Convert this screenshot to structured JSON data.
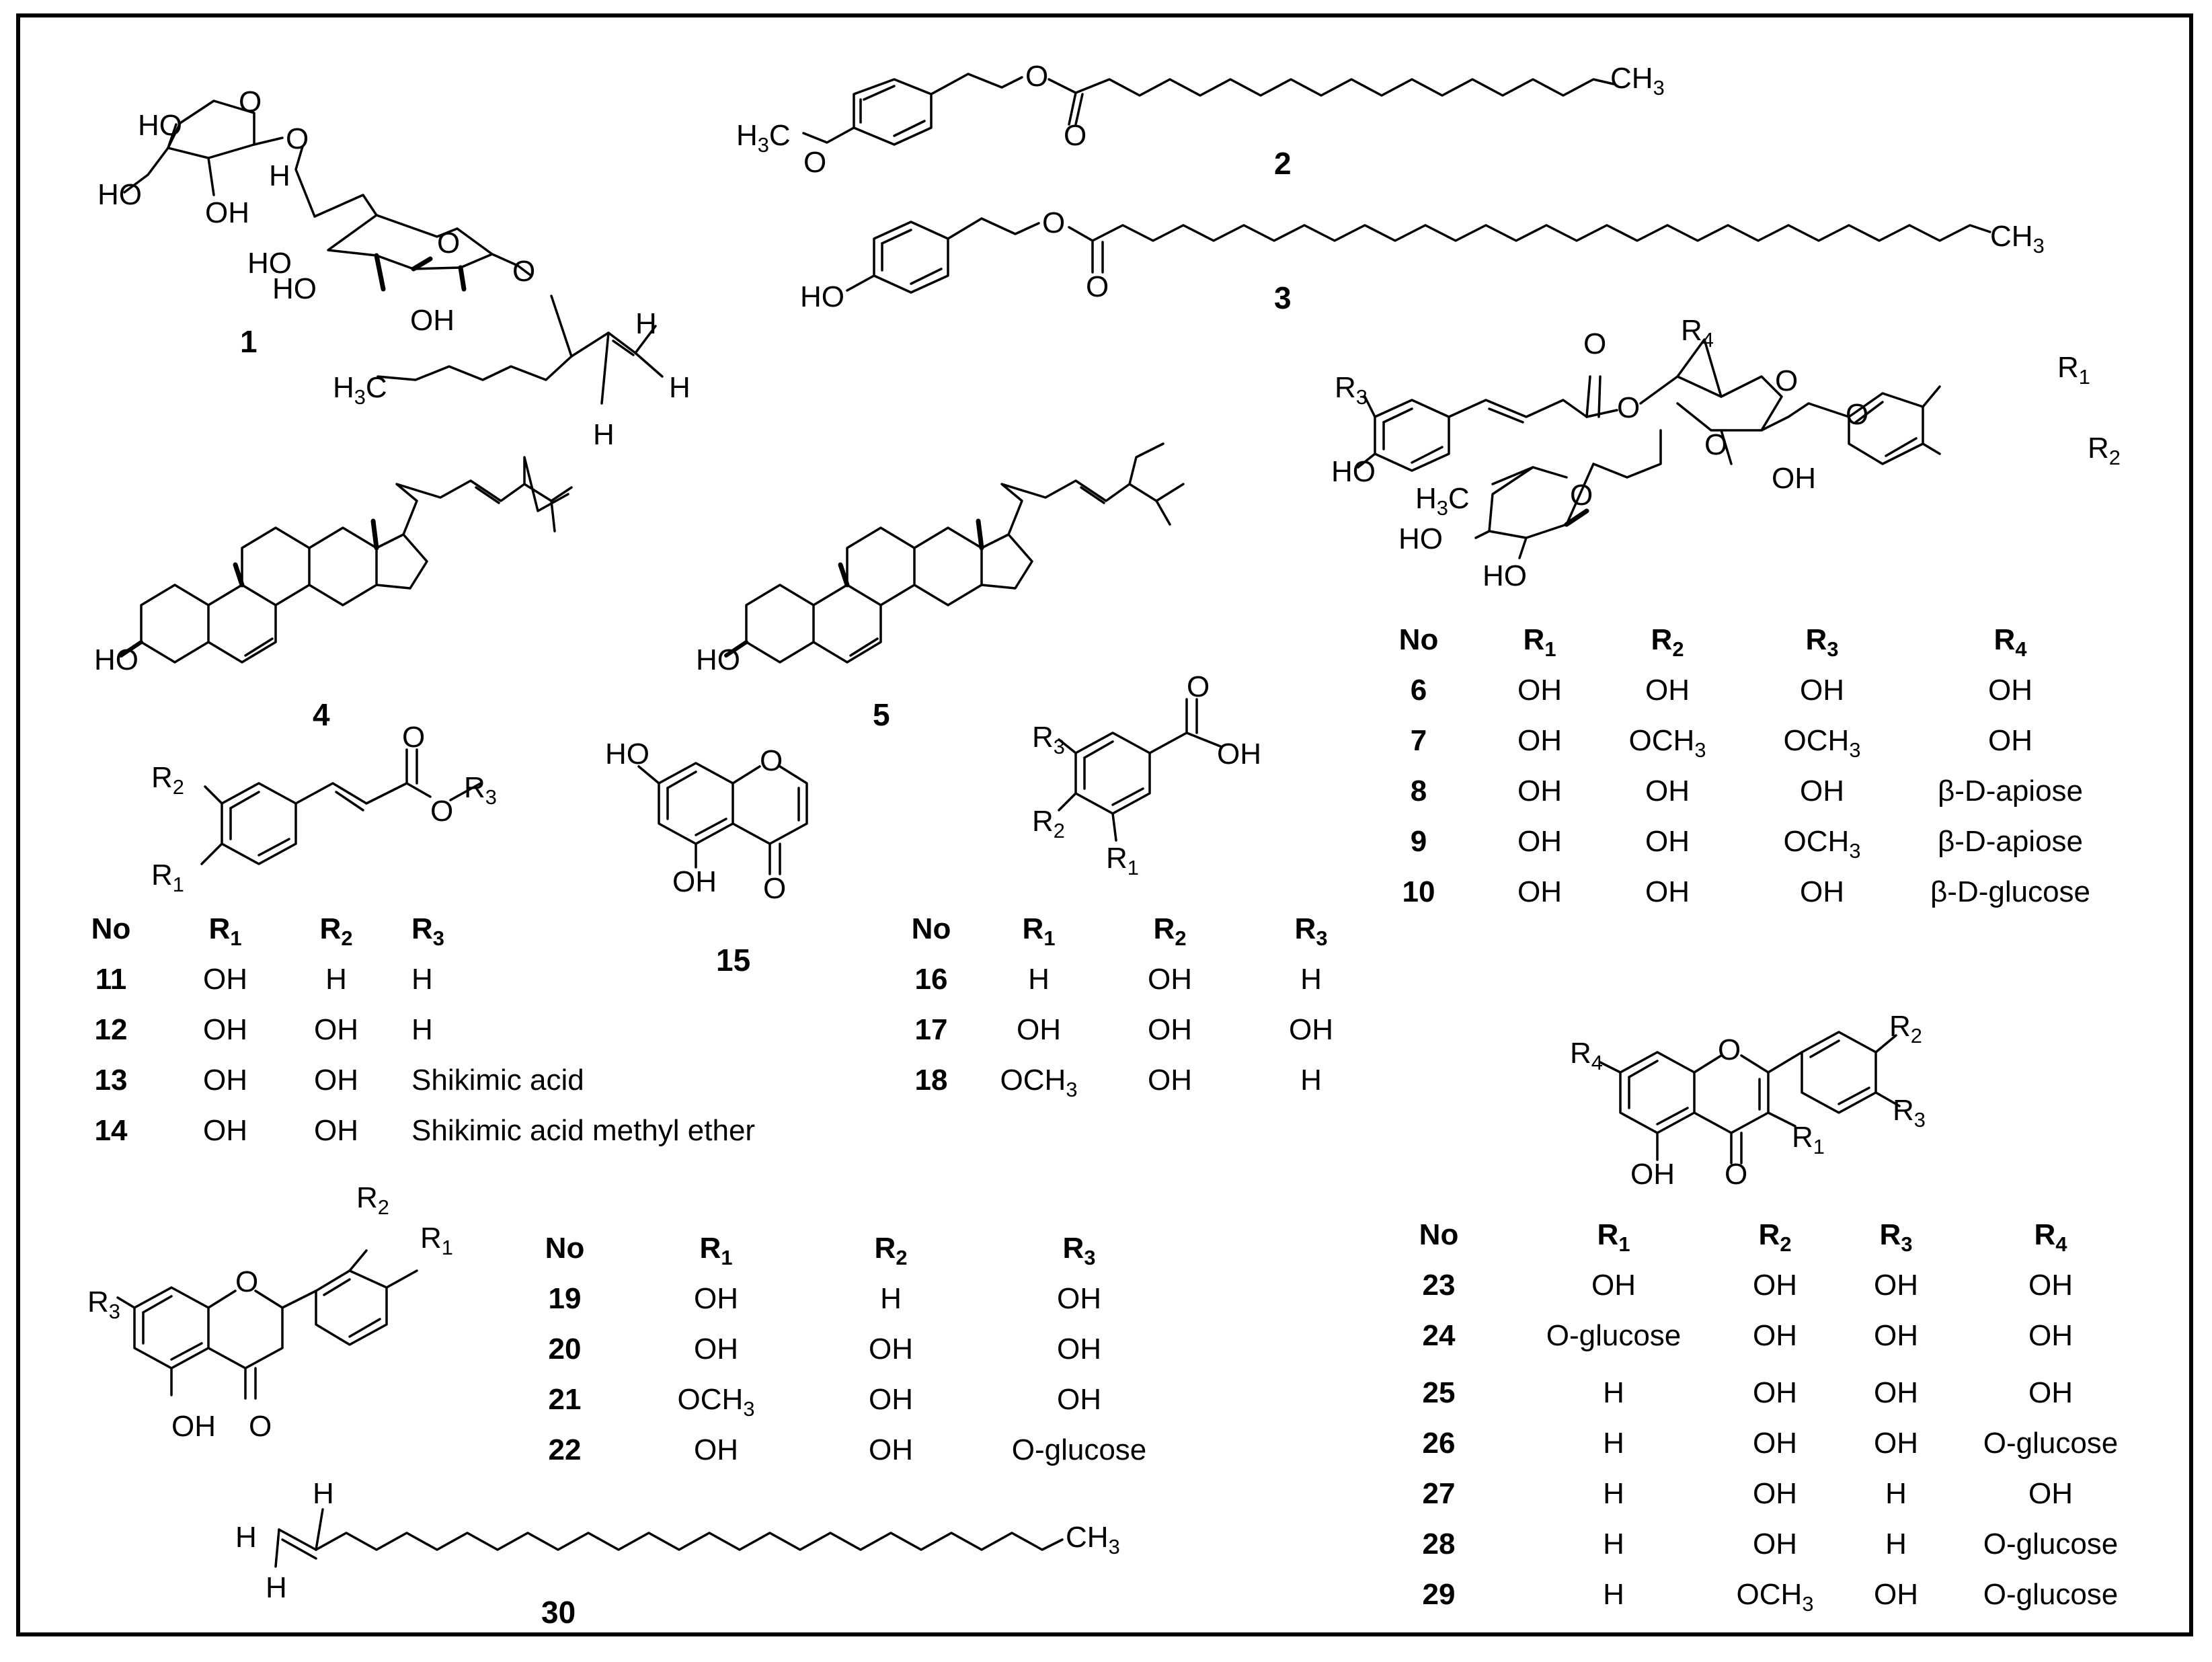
{
  "compounds": {
    "c1": "1",
    "c2": "2",
    "c3": "3",
    "c4": "4",
    "c5": "5",
    "c15": "15",
    "c30": "30"
  },
  "atom_labels": {
    "c1": [
      "HO",
      "O",
      "O",
      "H",
      "HO",
      "OH",
      "HO",
      "HO",
      "O",
      "OH",
      "O",
      "H",
      "H",
      "H",
      "H3C"
    ],
    "c2": [
      "H3C",
      "O",
      "O",
      "O",
      "CH3"
    ],
    "c3": [
      "HO",
      "O",
      "O",
      "CH3"
    ],
    "c4": [
      "HO"
    ],
    "c5": [
      "HO"
    ],
    "c6_10": [
      "R3",
      "HO",
      "O",
      "O",
      "R4",
      "O",
      "O",
      "OH",
      "O",
      "R1",
      "R2",
      "H3C",
      "O",
      "HO",
      "HO"
    ],
    "c11_14": [
      "R2",
      "R1",
      "O",
      "O",
      "R3"
    ],
    "c15": [
      "HO",
      "O",
      "OH",
      "O"
    ],
    "c16_18": [
      "R3",
      "R2",
      "R1",
      "O",
      "OH"
    ],
    "c19_22": [
      "R2",
      "R1",
      "R3",
      "O",
      "OH",
      "O"
    ],
    "c23_29": [
      "R4",
      "O",
      "R2",
      "R3",
      "R1",
      "OH",
      "O"
    ],
    "c30": [
      "H",
      "H",
      "H",
      "CH3"
    ]
  },
  "tables": {
    "t6_10": {
      "headers": [
        "No",
        "R1",
        "R2",
        "R3",
        "R4"
      ],
      "rows": [
        [
          "6",
          "OH",
          "OH",
          "OH",
          "OH"
        ],
        [
          "7",
          "OH",
          "OCH3",
          "OCH3",
          "OH"
        ],
        [
          "8",
          "OH",
          "OH",
          "OH",
          "β-D-apiose"
        ],
        [
          "9",
          "OH",
          "OH",
          "OCH3",
          "β-D-apiose"
        ],
        [
          "10",
          "OH",
          "OH",
          "OH",
          "β-D-glucose"
        ]
      ]
    },
    "t11_14": {
      "headers": [
        "No",
        "R1",
        "R2",
        "R3"
      ],
      "rows": [
        [
          "11",
          "OH",
          "H",
          "H"
        ],
        [
          "12",
          "OH",
          "OH",
          "H"
        ],
        [
          "13",
          "OH",
          "OH",
          "Shikimic acid"
        ],
        [
          "14",
          "OH",
          "OH",
          "Shikimic acid methyl ether"
        ]
      ]
    },
    "t16_18": {
      "headers": [
        "No",
        "R1",
        "R2",
        "R3"
      ],
      "rows": [
        [
          "16",
          "H",
          "OH",
          "H"
        ],
        [
          "17",
          "OH",
          "OH",
          "OH"
        ],
        [
          "18",
          "OCH3",
          "OH",
          "H"
        ]
      ]
    },
    "t19_22": {
      "headers": [
        "No",
        "R1",
        "R2",
        "R3"
      ],
      "rows": [
        [
          "19",
          "OH",
          "H",
          "OH"
        ],
        [
          "20",
          "OH",
          "OH",
          "OH"
        ],
        [
          "21",
          "OCH3",
          "OH",
          "OH"
        ],
        [
          "22",
          "OH",
          "OH",
          "O-glucose"
        ]
      ]
    },
    "t23_29": {
      "headers": [
        "No",
        "R1",
        "R2",
        "R3",
        "R4"
      ],
      "rows": [
        [
          "23",
          "OH",
          "OH",
          "OH",
          "OH"
        ],
        [
          "24",
          "O-glucose",
          "OH",
          "OH",
          "OH"
        ],
        [
          "25",
          "H",
          "OH",
          "OH",
          "OH"
        ],
        [
          "26",
          "H",
          "OH",
          "OH",
          "O-glucose"
        ],
        [
          "27",
          "H",
          "OH",
          "H",
          "OH"
        ],
        [
          "28",
          "H",
          "OH",
          "H",
          "O-glucose"
        ],
        [
          "29",
          "H",
          "OCH3",
          "OH",
          "O-glucose"
        ]
      ]
    }
  }
}
